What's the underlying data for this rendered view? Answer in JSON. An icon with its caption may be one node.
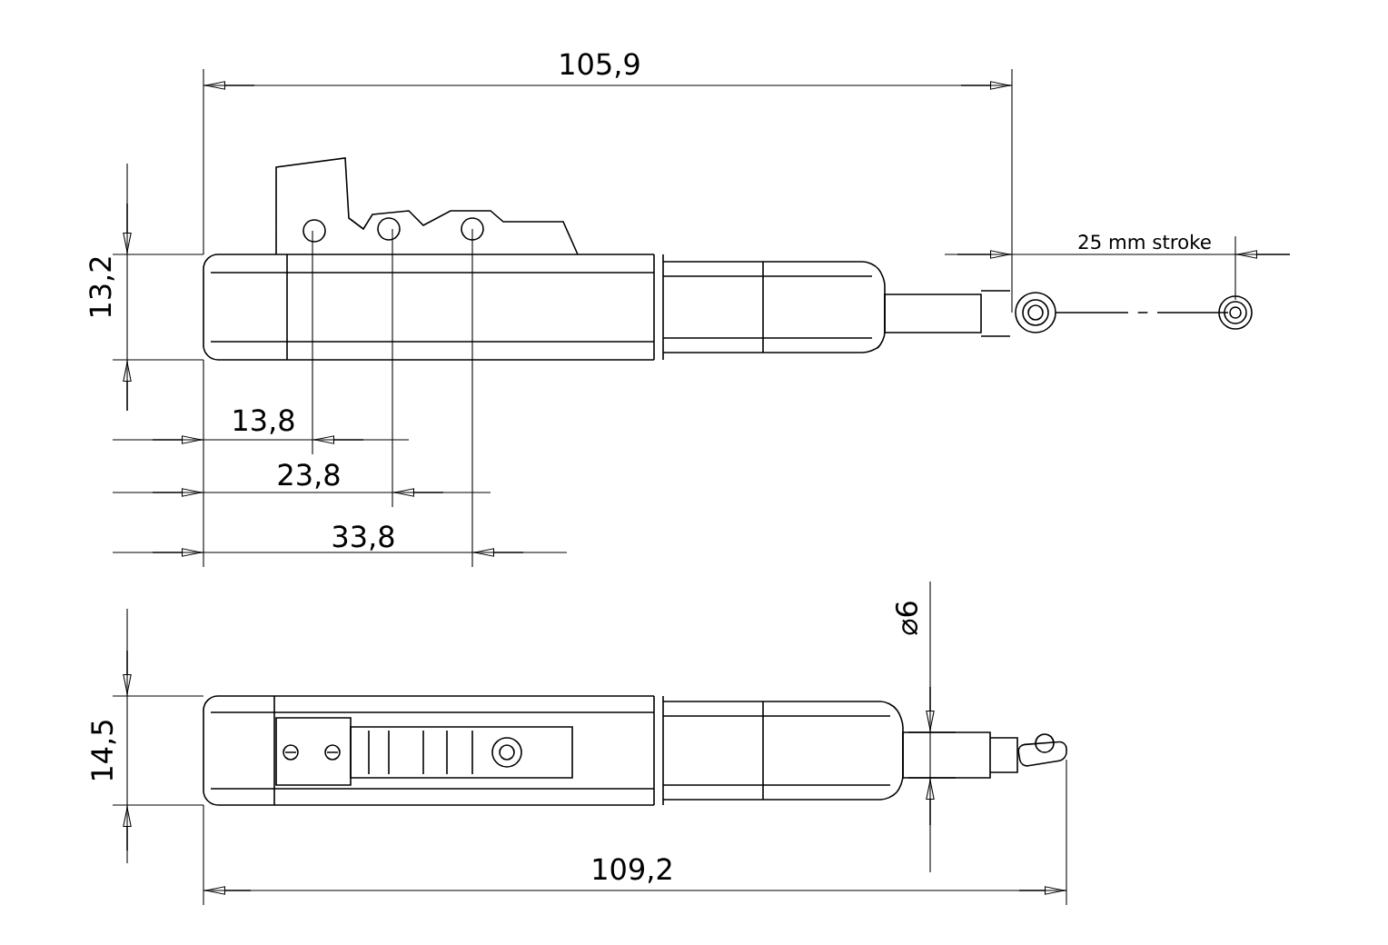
{
  "diagram": {
    "labels": [
      "105,9",
      "25 mm stroke",
      "13,2",
      "13,8",
      "23,8",
      "33,8",
      "⌀6",
      "14,5",
      "109,2"
    ]
  }
}
